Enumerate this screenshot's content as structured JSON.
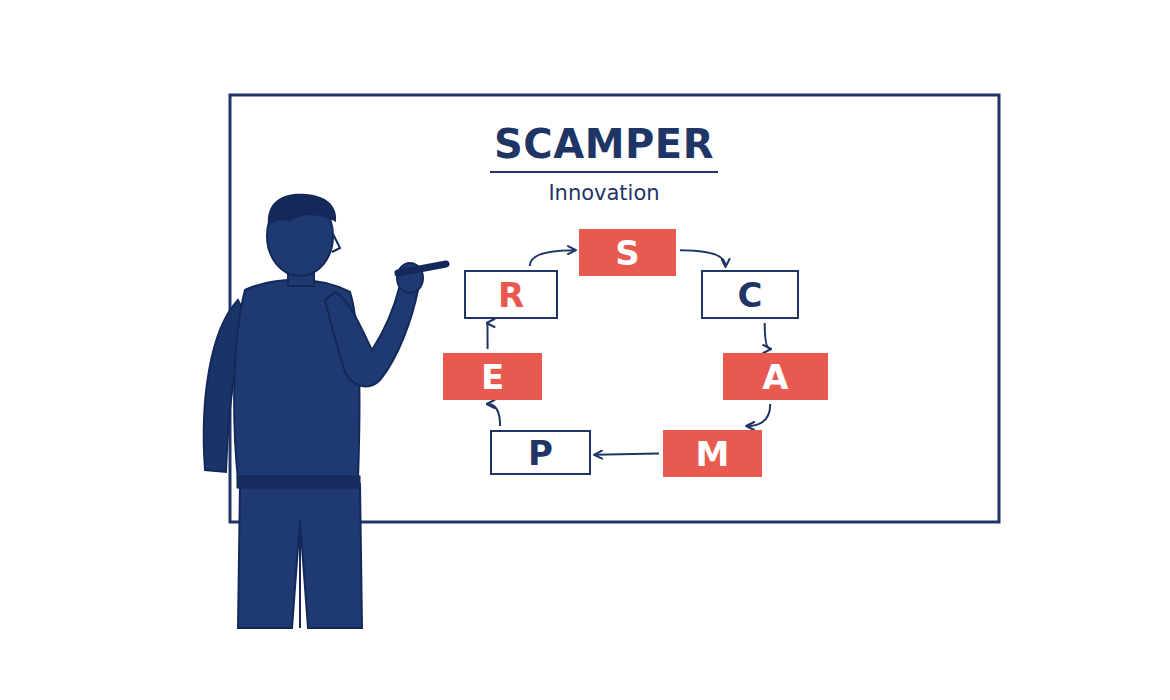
{
  "diagram": {
    "title": "SCAMPER",
    "nodes": [
      {
        "text": [
          "S"
        ]
      },
      {
        "text": [
          "C"
        ]
      },
      {
        "text": [
          "A"
        ]
      },
      {
        "text": [
          "M"
        ]
      },
      {
        "text": [
          "P"
        ]
      },
      {
        "text": [
          "E"
        ]
      },
      {
        "text": [
          "R"
        ]
      }
    ],
    "edges": [
      {
        "from": 0,
        "to": 1,
        "arrow": "to"
      },
      {
        "from": 1,
        "to": 2,
        "arrow": "to"
      },
      {
        "from": 2,
        "to": 3,
        "arrow": "to"
      },
      {
        "from": 3,
        "to": 4,
        "arrow": "to"
      },
      {
        "from": 4,
        "to": 5,
        "arrow": "to"
      },
      {
        "from": 5,
        "to": 6,
        "arrow": "to"
      },
      {
        "from": 6,
        "to": 0,
        "arrow": "to"
      }
    ],
    "labels": [
      "Innovation"
    ]
  }
}
